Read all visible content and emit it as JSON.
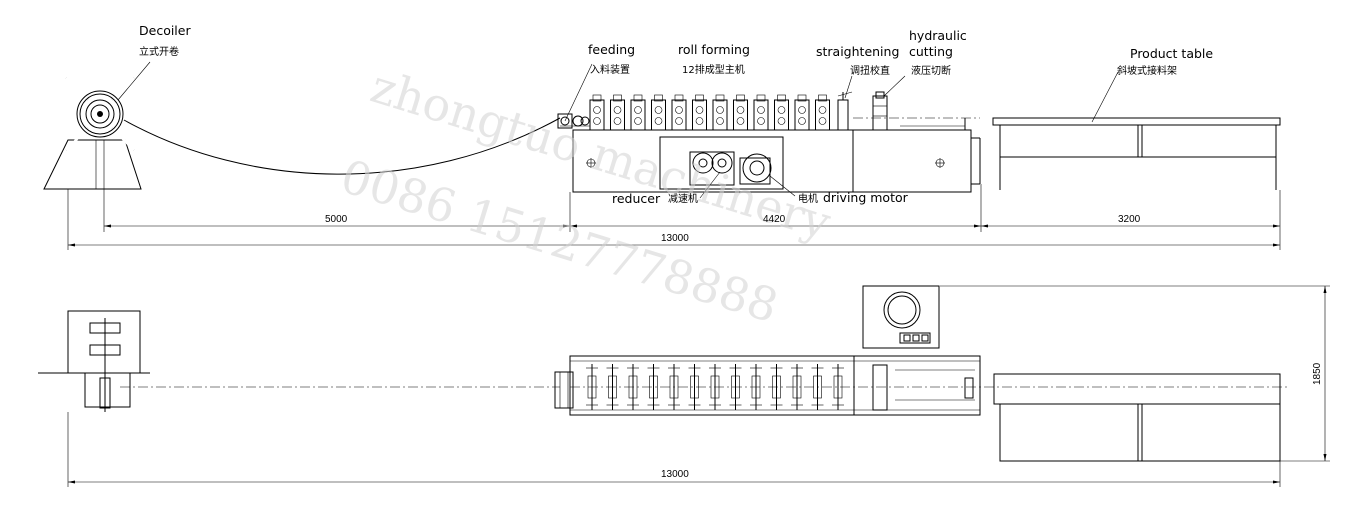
{
  "labels": {
    "decoiler_en": "Decoiler",
    "decoiler_cn": "立式开卷",
    "feeding_en": "feeding",
    "feeding_cn": "入料装置",
    "roll_forming_en": "roll forming",
    "roll_forming_cn": "12排成型主机",
    "straightening_en": "straightening",
    "straightening_cn": "调扭校直",
    "hydraulic_en": "hydraulic",
    "cutting_en": "cutting",
    "cutting_cn": "液压切断",
    "product_table_en": "Product table",
    "product_table_cn": "斜坡式接料架",
    "reducer_en": "reducer",
    "reducer_cn": "减速机",
    "motor_cn": "电机",
    "motor_en": "driving motor"
  },
  "dimensions": {
    "d1": "5000",
    "d2": "4420",
    "d3": "3200",
    "total_side": "13000",
    "total_top": "13000",
    "width": "1850"
  },
  "watermark": {
    "line1": "zhongtuo machinery",
    "line2": "0086 15127778888"
  }
}
